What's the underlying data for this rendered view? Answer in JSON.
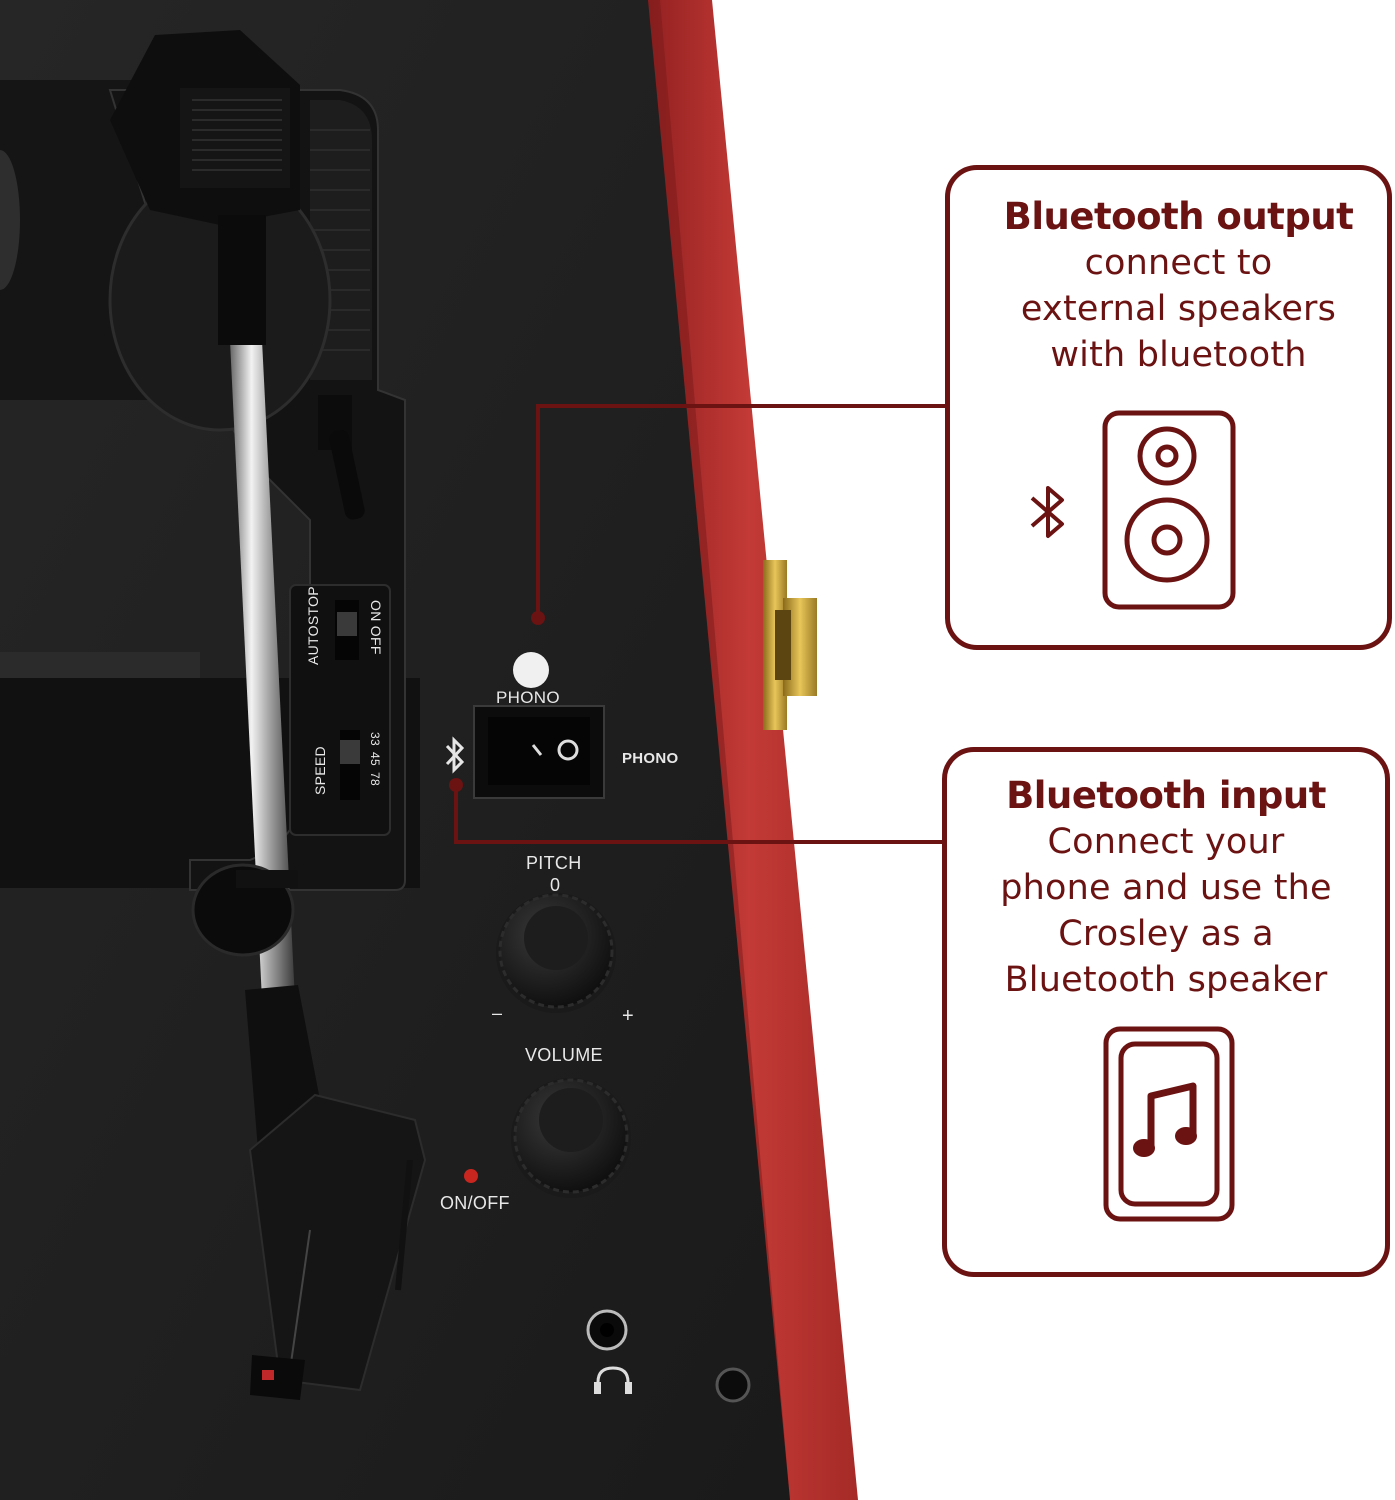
{
  "callouts": {
    "output": {
      "title": "Bluetooth output",
      "description": "connect to\nexternal speakers\nwith bluetooth",
      "icons": [
        "bluetooth-icon",
        "speaker-icon"
      ]
    },
    "input": {
      "title": "Bluetooth input",
      "description": "Connect your\nphone and use the\nCrosley as a\nBluetooth speaker",
      "icons": [
        "phone-music-icon"
      ]
    }
  },
  "panel": {
    "switch_top_label": "PHONO",
    "switch_right_label": "PHONO",
    "pitch_label": "PITCH",
    "pitch_zero": "0",
    "pitch_minus": "–",
    "pitch_plus": "+",
    "volume_label": "VOLUME",
    "power_label": "ON/OFF",
    "autostop_label": "AUTOSTOP",
    "autostop_state": "ON OFF",
    "speed_label": "SPEED",
    "speed_options": [
      "33",
      "45",
      "78"
    ]
  },
  "colors": {
    "accent": "#6b1212",
    "case_red": "#b8302d",
    "deck": "#1e1e1e",
    "led": "#c8261f"
  }
}
